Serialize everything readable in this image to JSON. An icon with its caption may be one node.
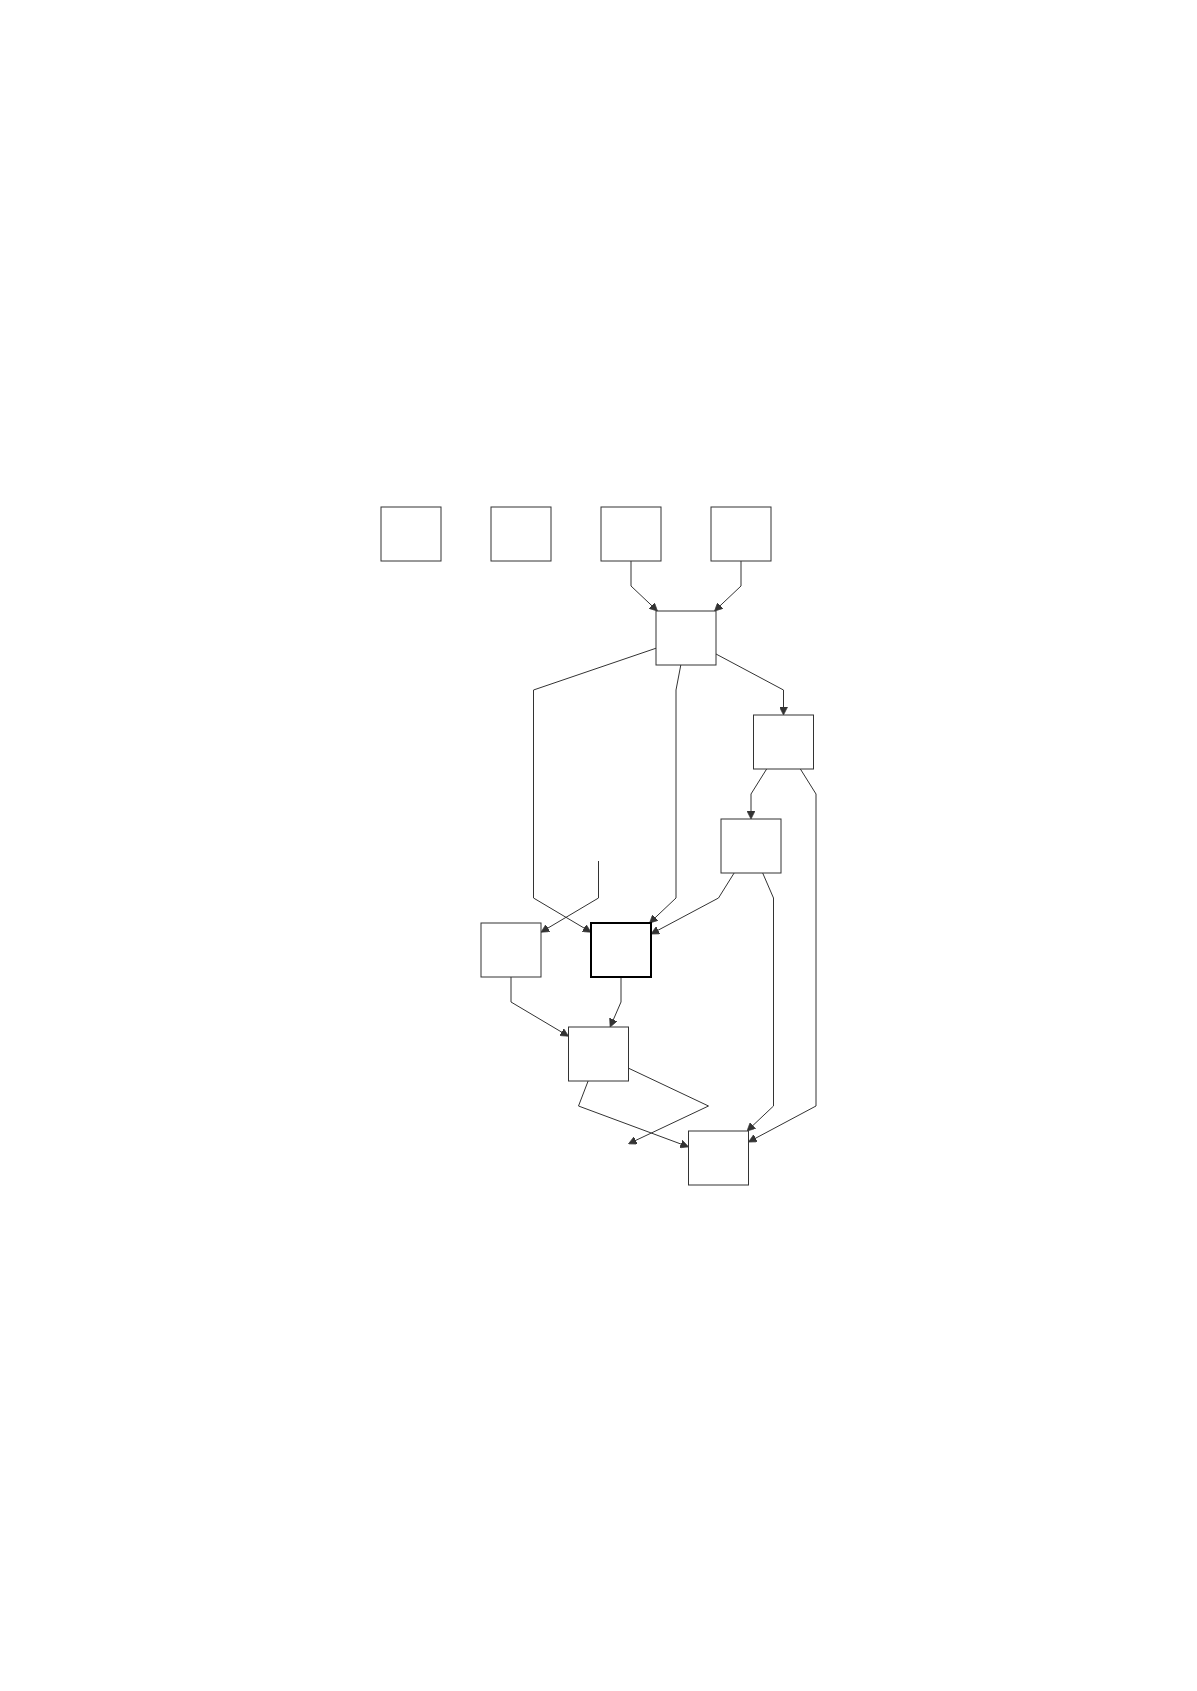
{
  "diagram": {
    "nodes": [
      {
        "text": [],
        "shape": "box"
      },
      {
        "text": [],
        "shape": "box"
      },
      {
        "text": [],
        "shape": "box"
      },
      {
        "text": [],
        "shape": "box"
      },
      {
        "text": [],
        "shape": "box"
      },
      {
        "text": [],
        "shape": "table"
      },
      {
        "text": [],
        "shape": "box"
      },
      {
        "text": [],
        "shape": "box"
      },
      {
        "text": [],
        "shape": "box"
      },
      {
        "text": [],
        "shape": "box"
      },
      {
        "text": [],
        "shape": "box"
      }
    ],
    "edges": [
      {
        "from": 2,
        "to": 4,
        "arrow": "to"
      },
      {
        "from": 3,
        "to": 4,
        "arrow": "to"
      },
      {
        "from": 4,
        "to": 5,
        "arrow": "to"
      },
      {
        "from": 4,
        "to": 5,
        "arrow": "to"
      },
      {
        "from": 4,
        "to": 9,
        "arrow": "to"
      },
      {
        "from": 6,
        "to": 5,
        "arrow": "to"
      },
      {
        "from": 6,
        "to": 8,
        "arrow": "to"
      },
      {
        "from": 9,
        "to": 6,
        "arrow": "to"
      },
      {
        "from": 9,
        "to": 8,
        "arrow": "to"
      },
      {
        "from": 5,
        "to": 7,
        "arrow": "to"
      },
      {
        "from": 7,
        "to": 8,
        "arrow": "to"
      },
      {
        "from": 7,
        "to": null,
        "arrow": "to"
      },
      {
        "from": null,
        "to": 10,
        "arrow": "to"
      },
      {
        "from": 10,
        "to": 7,
        "arrow": "to"
      }
    ]
  }
}
